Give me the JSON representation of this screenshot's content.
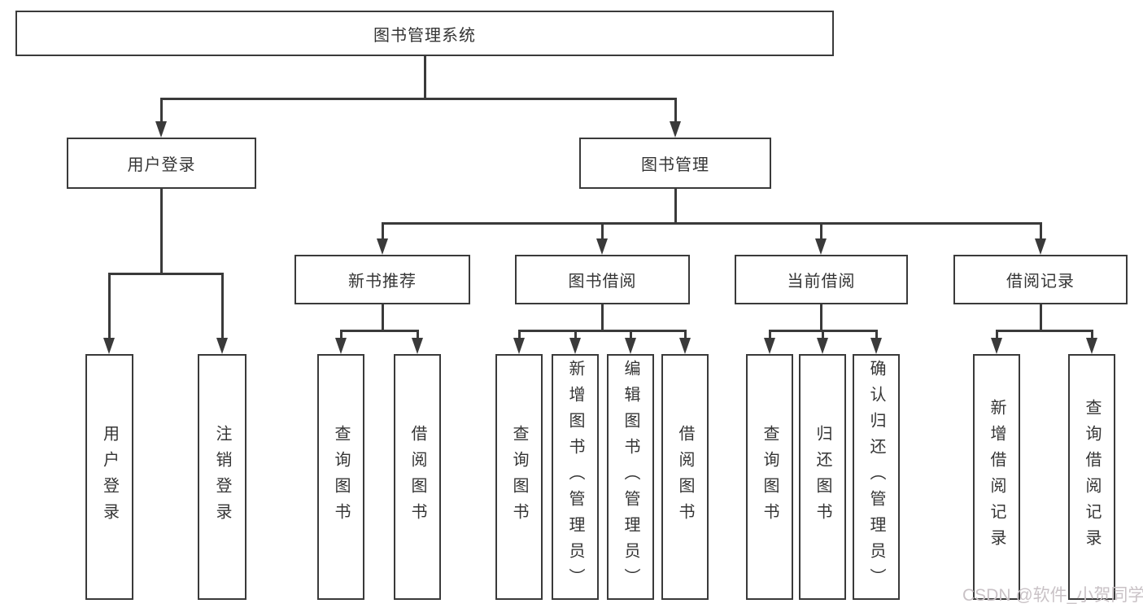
{
  "colors": {
    "line": "#3a3a3a",
    "text": "#353535",
    "box_background": "#ffffff",
    "page_background": "#ffffff",
    "watermark": "#c9c2c6"
  },
  "diagram": {
    "type": "hierarchy-tree",
    "title": "图书管理系统",
    "branches": [
      {
        "label": "用户登录",
        "children": [
          {
            "label": "用户登录"
          },
          {
            "label": "注销登录"
          }
        ]
      },
      {
        "label": "图书管理",
        "children": [
          {
            "label": "新书推荐",
            "children": [
              {
                "label": "查询图书"
              },
              {
                "label": "借阅图书"
              }
            ]
          },
          {
            "label": "图书借阅",
            "children": [
              {
                "label": "查询图书"
              },
              {
                "label": "新增图书（管理员）"
              },
              {
                "label": "编辑图书（管理员）"
              },
              {
                "label": "借阅图书"
              }
            ]
          },
          {
            "label": "当前借阅",
            "children": [
              {
                "label": "查询图书"
              },
              {
                "label": "归还图书"
              },
              {
                "label": "确认归还（管理员）"
              }
            ]
          },
          {
            "label": "借阅记录",
            "children": [
              {
                "label": "新增借阅记录"
              },
              {
                "label": "查询借阅记录"
              }
            ]
          }
        ]
      }
    ]
  },
  "watermark": "CSDN @软件_小贺同学"
}
